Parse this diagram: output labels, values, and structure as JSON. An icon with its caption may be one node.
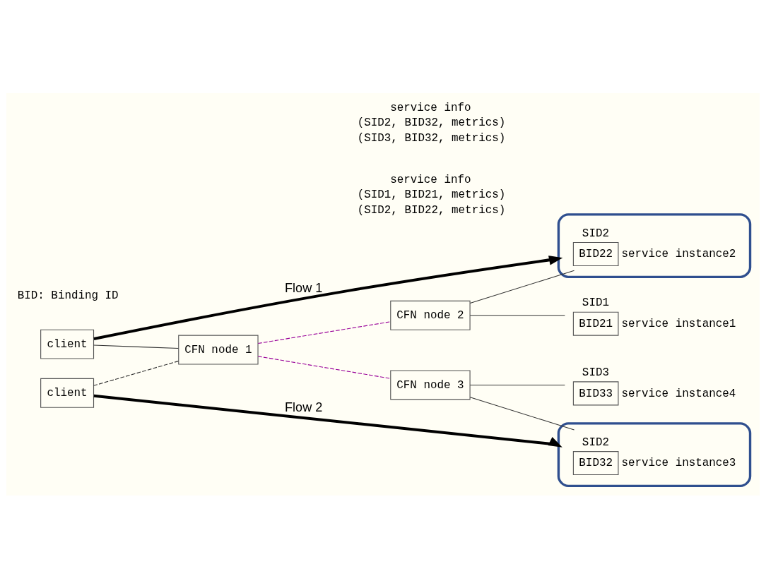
{
  "diagram": {
    "nodes": [
      {
        "text": [
          "client"
        ]
      },
      {
        "text": [
          "CFN node 1"
        ]
      },
      {
        "text": [
          "client"
        ]
      },
      {
        "text": [
          "CFN node 2"
        ]
      },
      {
        "text": [
          "CFN node 3"
        ]
      },
      {
        "text": [
          "SID1",
          "BID21"
        ],
        "beside": [
          "service instance1"
        ]
      },
      {
        "text": [],
        "shape": "ellipse"
      },
      {
        "text": [
          "SID2",
          "BID22"
        ],
        "beside": [
          "service instance2"
        ],
        "in": 6
      },
      {
        "text": [],
        "shape": "ellipse"
      },
      {
        "text": [
          "SID2",
          "BID32"
        ],
        "beside": [
          "service instance3"
        ],
        "in": 8
      },
      {
        "text": [
          "SID3",
          "BID33"
        ],
        "beside": [
          "service instance4"
        ]
      }
    ],
    "edges": [
      {
        "from": 0,
        "to": 1,
        "arrow": "none"
      },
      {
        "from": 2,
        "to": 1,
        "arrow": "none",
        "style": "dashed"
      },
      {
        "from": 1,
        "to": 3,
        "arrow": "none",
        "style": "dashed",
        "color": "#990099"
      },
      {
        "from": 1,
        "to": 4,
        "arrow": "none",
        "style": "dashed",
        "color": "#990099"
      },
      {
        "from": 3,
        "to": 5,
        "arrow": "none"
      },
      {
        "from": 3,
        "to": 7,
        "arrow": "none"
      },
      {
        "from": 4,
        "to": 9,
        "arrow": "none"
      },
      {
        "from": 4,
        "to": 10,
        "arrow": "none"
      },
      {
        "from": 0,
        "to": 6,
        "arrow": "to",
        "label": "Flow 1",
        "style": "thick"
      },
      {
        "from": 2,
        "to": 8,
        "arrow": "to",
        "label": "Flow 2",
        "style": "thick"
      }
    ],
    "labels": [
      "BID: Binding ID",
      "service info",
      "(SID1, BID21, metrics)",
      "(SID2, BID22, metrics)",
      "service info",
      "(SID2, BID32, metrics)",
      "(SID3, BID32, metrics)"
    ]
  }
}
